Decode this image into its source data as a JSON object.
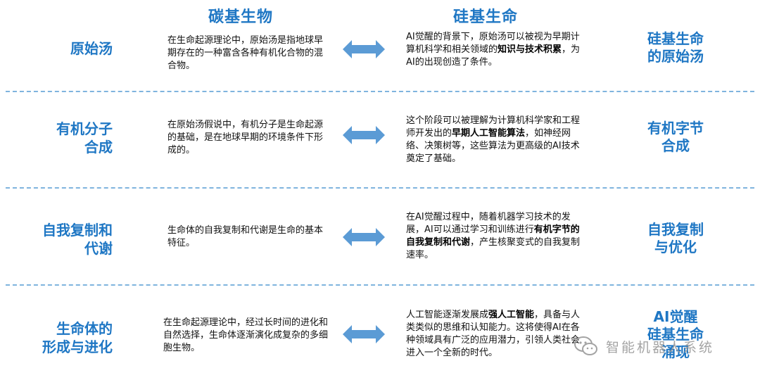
{
  "headers": {
    "left": "碳基生物",
    "right": "硅基生命"
  },
  "rows": [
    {
      "left_label": [
        "原始汤"
      ],
      "left_desc": "在生命起源理论中，原始汤是指地球早期存在的一种富含各种有机化合物的混合物。",
      "right_desc": [
        {
          "t": "AI觉醒的背景下，原始汤可以被视为早期计算机科学和相关领域的",
          "b": false
        },
        {
          "t": "知识与技术积累",
          "b": true
        },
        {
          "t": "，为AI的出现创造了条件。",
          "b": false
        }
      ],
      "right_label": [
        "硅基生命",
        "的原始汤"
      ]
    },
    {
      "left_label": [
        "有机分子",
        "合成"
      ],
      "left_desc": "在原始汤假说中，有机分子是生命起源的基础，是在地球早期的环境条件下形成的。",
      "right_desc": [
        {
          "t": "这个阶段可以被理解为计算机科学家和工程师开发出的",
          "b": false
        },
        {
          "t": "早期人工智能算法",
          "b": true
        },
        {
          "t": "，如神经网络、决策树等，这些算法为更高级的AI技术奠定了基础。",
          "b": false
        }
      ],
      "right_label": [
        "有机字节",
        "合成"
      ]
    },
    {
      "left_label": [
        "自我复制和",
        "代谢"
      ],
      "left_desc": "生命体的自我复制和代谢是生命的基本特征。",
      "right_desc": [
        {
          "t": "在AI觉醒过程中，随着机器学习技术的发展，AI可以通过学习和训练进行",
          "b": false
        },
        {
          "t": "有机字节的自我复制和代谢",
          "b": true
        },
        {
          "t": "，产生核聚变式的自我复制速率。",
          "b": false
        }
      ],
      "right_label": [
        "自我复制",
        "与优化"
      ]
    },
    {
      "left_label": [
        "生命体的",
        "形成与进化"
      ],
      "left_desc": "在生命起源理论中，经过长时间的进化和自然选择，生命体逐渐演化成复杂的多细胞生物。",
      "right_desc": [
        {
          "t": "人工智能逐渐发展成",
          "b": false
        },
        {
          "t": "强人工智能",
          "b": true
        },
        {
          "t": "，具备与人类类似的思维和认知能力。这将使得AI在各种领域具有广泛的应用潜力，引领人类社会进入一个全新的时代。",
          "b": false
        }
      ],
      "right_label": [
        "AI觉醒",
        "硅基生命",
        "涌现"
      ]
    }
  ],
  "watermark": {
    "text": "智能机器人系统",
    "icon": "wechat-icon"
  },
  "colors": {
    "accent": "#1f77c4",
    "arrow": "#5b9bd5",
    "divider": "#7fb4de"
  }
}
